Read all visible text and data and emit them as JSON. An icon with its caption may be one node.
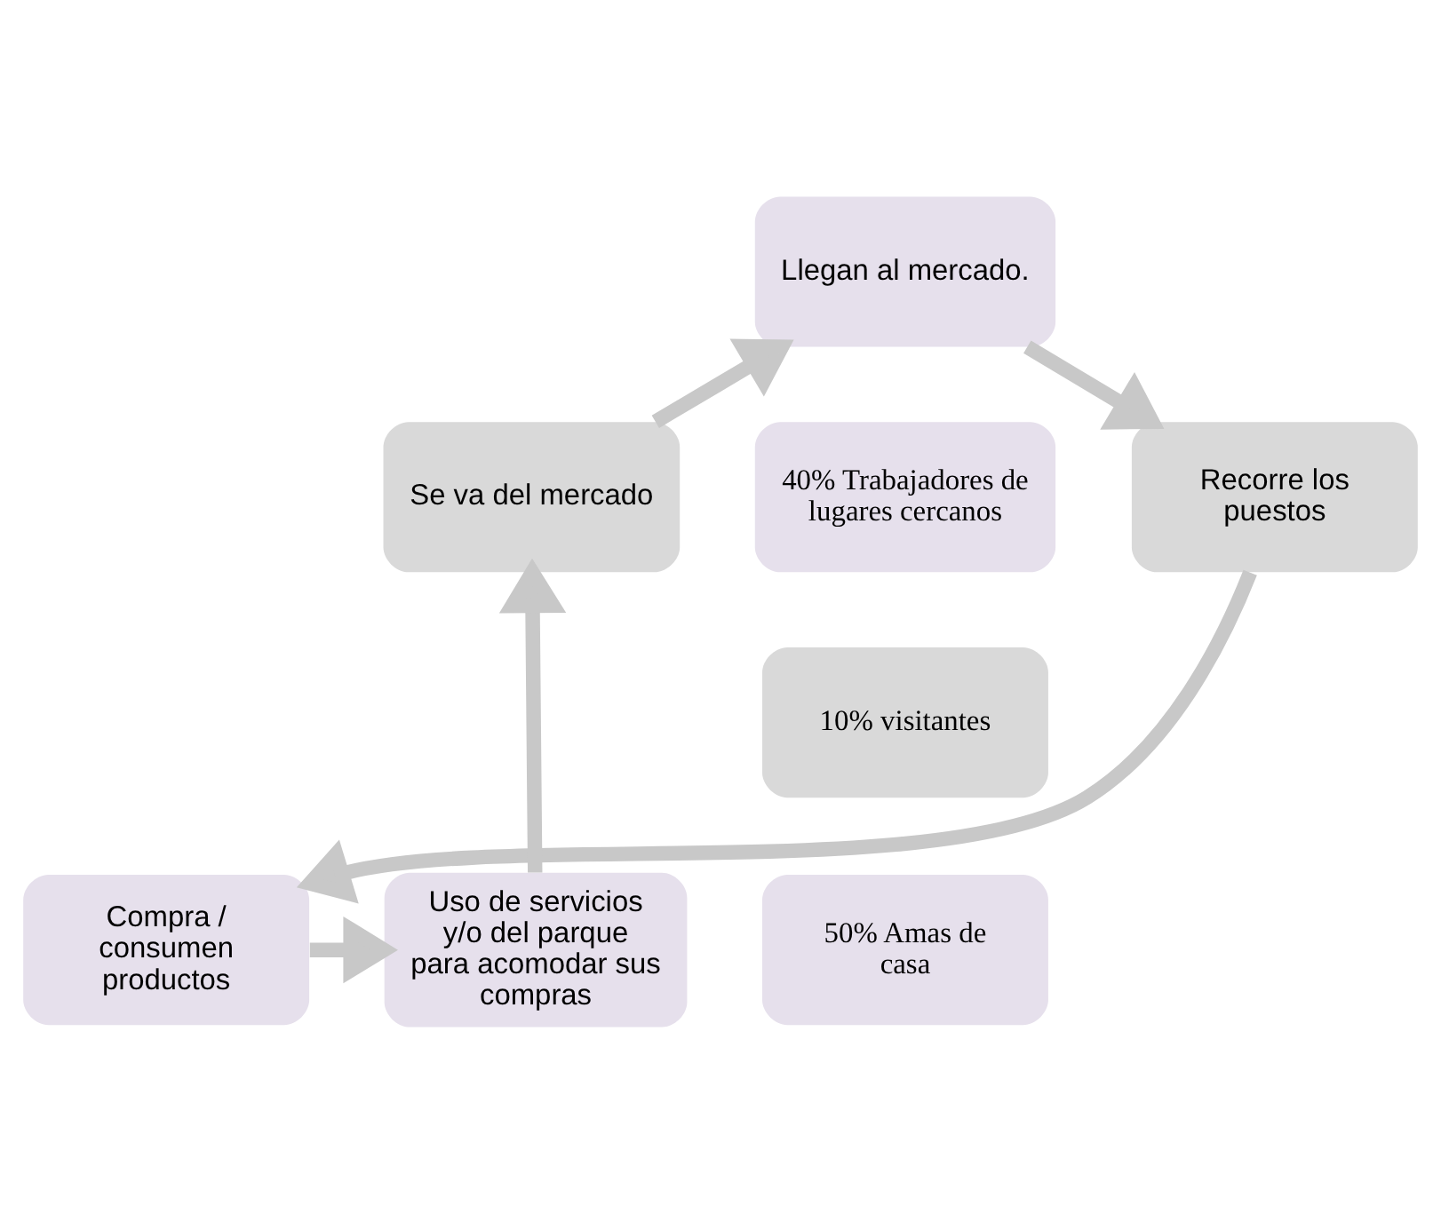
{
  "diagram": {
    "nodes": [
      {
        "text": [
          "Llegan al mercado."
        ]
      },
      {
        "text": [
          "Recorre los puestos"
        ]
      },
      {
        "text": [
          "Compra / consumen productos"
        ]
      },
      {
        "text": [
          "Uso de servicios y/o del parque para acomodar sus compras"
        ]
      },
      {
        "text": [
          "Se va del mercado"
        ]
      },
      {
        "text": [
          "40% Trabajadores de lugares cercanos"
        ]
      },
      {
        "text": [
          "10% visitantes"
        ]
      },
      {
        "text": [
          "50% Amas de casa"
        ]
      }
    ],
    "edges": [
      {
        "from": 0,
        "to": 1,
        "arrow": "to"
      },
      {
        "from": 1,
        "to": 2,
        "arrow": "to"
      },
      {
        "from": 2,
        "to": 3,
        "arrow": "to"
      },
      {
        "from": 3,
        "to": 4,
        "arrow": "to"
      },
      {
        "from": 4,
        "to": 0,
        "arrow": "to"
      }
    ]
  }
}
